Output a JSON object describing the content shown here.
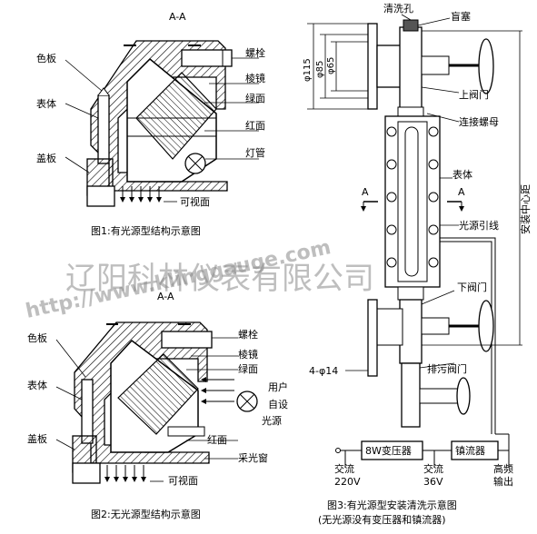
{
  "fig1": {
    "section": "A-A",
    "labels": {
      "color_plate": "色板",
      "body": "表体",
      "cover_plate": "盖板",
      "bolt": "螺栓",
      "prism": "棱镜",
      "green_face": "绿面",
      "red_face": "红面",
      "lamp": "灯管",
      "view_face": "可视面"
    },
    "caption": "图1:有光源型结构示意图"
  },
  "fig2": {
    "section": "A-A",
    "labels": {
      "color_plate": "色板",
      "body": "表体",
      "cover_plate": "盖板",
      "bolt": "螺栓",
      "prism": "棱镜",
      "green_face": "绿面",
      "user": "用户",
      "self_set": "自设",
      "light_source": "光源",
      "red_face": "红面",
      "window": "采光窗",
      "view_face": "可视面"
    },
    "caption": "图2:无光源型结构示意图"
  },
  "fig3": {
    "labels": {
      "clean_hole": "清洗孔",
      "blind_plug": "盲塞",
      "upper_valve": "上阀门",
      "nut": "连接螺母",
      "body": "表体",
      "section_a": "A",
      "light_wire": "光源引线",
      "lower_valve": "下阀门",
      "drain_valve": "排污阀门",
      "holes": "4-φ14",
      "install_distance": "安装中心距"
    },
    "dims": [
      "φ115",
      "φ85",
      "φ65"
    ],
    "boxes": {
      "transformer": "8W变压器",
      "ballast": "镇流器"
    },
    "bottom": {
      "ac": "交流",
      "v220": "220V",
      "ac2": "交流",
      "v36": "36V",
      "hf": "高频",
      "out": "输出"
    },
    "caption": "图3:有光源型安装清洗示意图",
    "caption2": "(无光源没有变压器和镇流器)"
  },
  "watermark": {
    "company": "辽阳科林仪表有限公司",
    "url": "http://www.klinggauge.com"
  }
}
